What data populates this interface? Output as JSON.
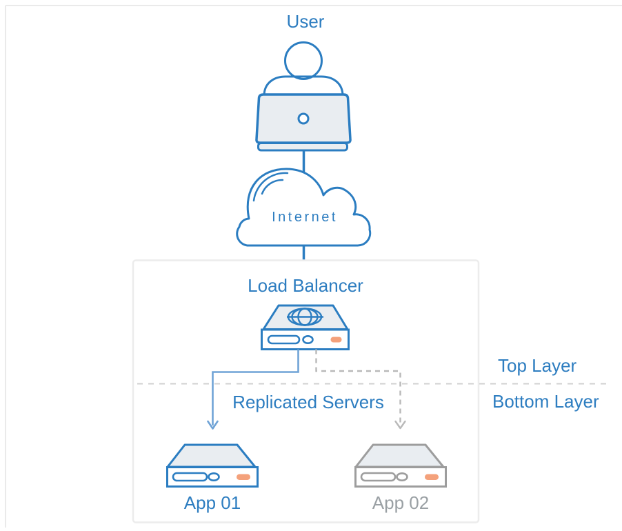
{
  "diagram": {
    "labels": {
      "user": "User",
      "internet": "Internet",
      "load_balancer": "Load Balancer",
      "top_layer": "Top Layer",
      "bottom_layer": "Bottom Layer",
      "replicated_servers": "Replicated Servers",
      "app_01": "App 01",
      "app_02": "App 02"
    },
    "icons": {
      "user_icon": "person at laptop",
      "internet_cloud_icon": "cloud",
      "load_balancer_icon": "server with globe",
      "globe_icon": "globe",
      "app01_server_icon": "server (active, blue)",
      "app02_server_icon": "server (standby, gray)",
      "solid_arrow_icon": "solid down arrow",
      "dashed_arrow_icon": "dashed down arrow"
    },
    "colors": {
      "blue": "#2b7dc1",
      "text_blue": "#2d7dc0",
      "light_fill": "#e9edf1",
      "orange": "#f4a17b",
      "gray_stroke": "#9d9d9d",
      "gray_text": "#9aa0a4",
      "connector_blue": "#6fa3d6",
      "connector_gray": "#b9b9b9",
      "divider_gray": "#d0d0d0",
      "container_border": "#ececec",
      "frame_border": "#e3e3e3"
    }
  }
}
